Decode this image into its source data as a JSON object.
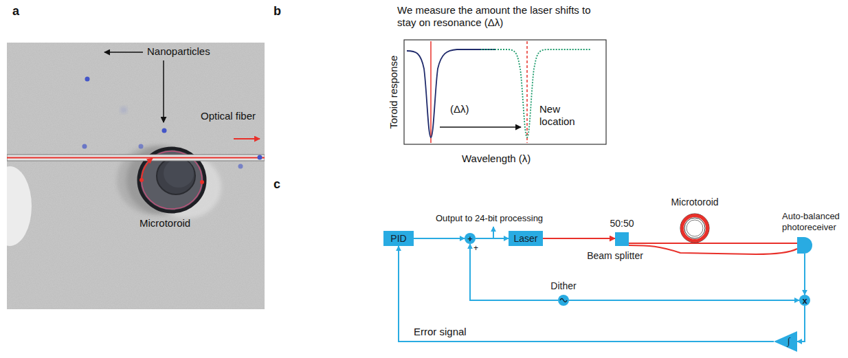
{
  "diagram": {
    "nodes": [
      {
        "text": [
          "PID"
        ]
      },
      {
        "text": [
          "+"
        ]
      },
      {
        "text": [
          "Laser"
        ]
      },
      {
        "text": [
          "50:50",
          "Beam splitter"
        ]
      },
      {
        "text": [
          "Microtoroid"
        ]
      },
      {
        "text": [
          "Auto-balanced photoreceiver"
        ]
      },
      {
        "text": [
          "Dither"
        ]
      },
      {
        "text": [
          "x"
        ]
      },
      {
        "text": [
          "∫"
        ]
      }
    ],
    "edges": [
      {
        "from": 0,
        "to": 1,
        "arrow": "to"
      },
      {
        "from": 1,
        "to": 2,
        "arrow": "to"
      },
      {
        "from": 2,
        "to": 3,
        "arrow": "to"
      },
      {
        "from": 3,
        "to": 5,
        "arrow": "none"
      },
      {
        "from": 3,
        "to": 5,
        "arrow": "none"
      },
      {
        "from": 5,
        "to": 7,
        "arrow": "to"
      },
      {
        "from": 6,
        "to": 7,
        "arrow": "to"
      },
      {
        "from": 6,
        "to": 1,
        "arrow": "to"
      },
      {
        "from": 7,
        "to": 8,
        "arrow": "to"
      },
      {
        "from": 8,
        "to": 0,
        "arrow": "to",
        "label": "Error signal"
      }
    ],
    "labels": [
      "a",
      "b",
      "c",
      "Nanoparticles",
      "Optical fiber",
      "Microtoroid",
      "We measure the amount the laser shifts to stay on resonance (Δλ)",
      "Toroid response",
      "Wavelength (λ)",
      "(Δλ)",
      "New location",
      "Output to 24-bit processing",
      "+"
    ]
  }
}
